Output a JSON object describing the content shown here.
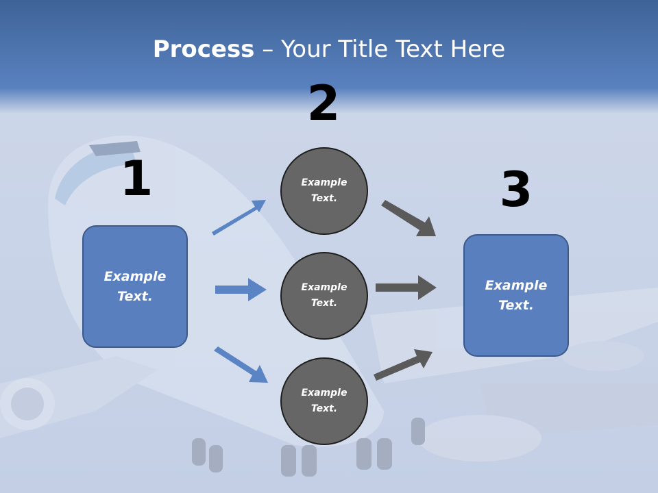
{
  "title": {
    "bold": "Process",
    "rest": " – Your Title Text Here"
  },
  "steps": {
    "one": "1",
    "two": "2",
    "three": "3"
  },
  "left_box": {
    "line1": "Example",
    "line2": "Text."
  },
  "circles": [
    {
      "line1": "Example",
      "line2": "Text."
    },
    {
      "line1": "Example",
      "line2": "Text."
    },
    {
      "line1": "Example",
      "line2": "Text."
    }
  ],
  "right_box": {
    "line1": "Example",
    "line2": "Text."
  },
  "colors": {
    "box_fill": "#5a7fbe",
    "circle_fill": "#666666",
    "blue_arrow": "#5b84c4",
    "gray_arrow": "#595959",
    "header": "#4a72ad"
  }
}
